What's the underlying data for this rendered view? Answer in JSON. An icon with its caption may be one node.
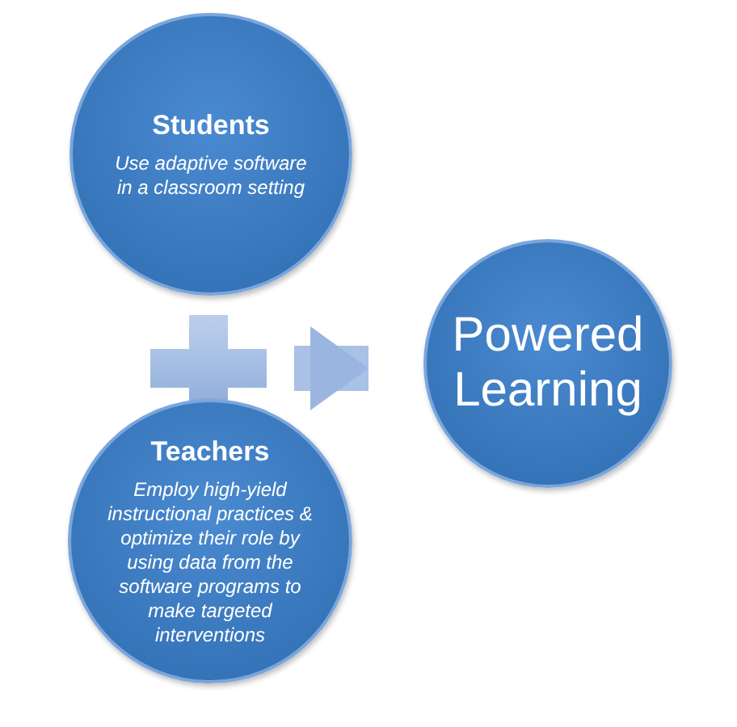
{
  "diagram": {
    "nodes": [
      {
        "text": [
          "Students",
          "Use adaptive software in a classroom setting"
        ]
      },
      {
        "text": [
          "Teachers",
          "Employ high-yield instructional practices & optimize their role by using data from the software programs to make targeted interventions"
        ]
      },
      {
        "text": [
          "Powered Learning"
        ]
      }
    ],
    "edges": [
      {
        "from": null,
        "to": 2,
        "arrow": "to"
      }
    ]
  }
}
